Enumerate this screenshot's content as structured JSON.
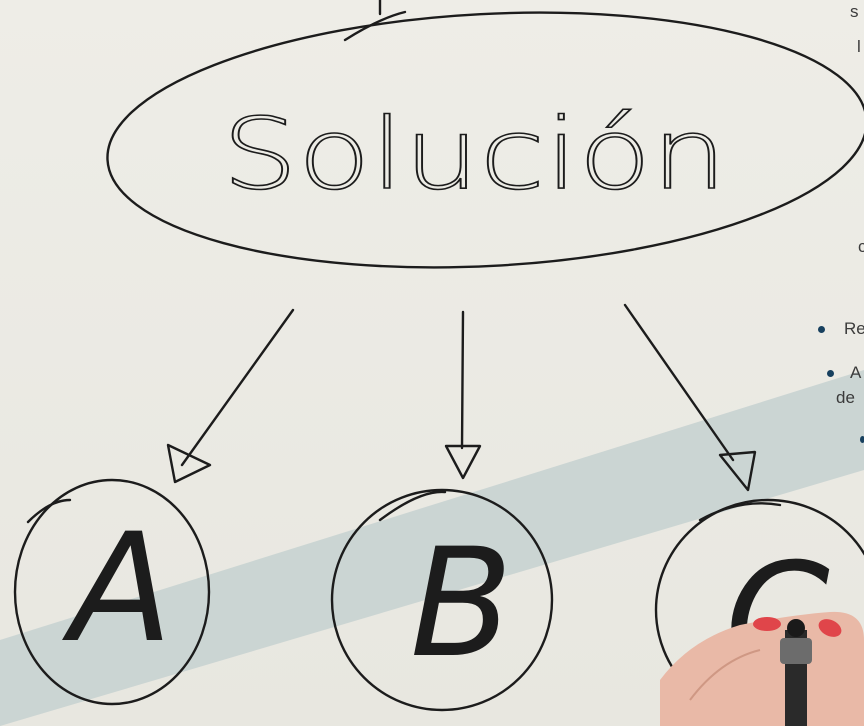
{
  "diagram": {
    "root": {
      "label": "Solución"
    },
    "children": [
      {
        "label": "A"
      },
      {
        "label": "B"
      },
      {
        "label": "C"
      }
    ]
  },
  "side_fragments": {
    "line1": "s",
    "line2": "l",
    "line3": "c",
    "bullet1": "Re",
    "bullet2": "A",
    "bullet2_cont": "de"
  },
  "colors": {
    "ink": "#1c1c1c",
    "band": "#c9d3d2",
    "bullet": "#17405e",
    "nail": "#e0454a",
    "skin": "#e9b9a7"
  }
}
